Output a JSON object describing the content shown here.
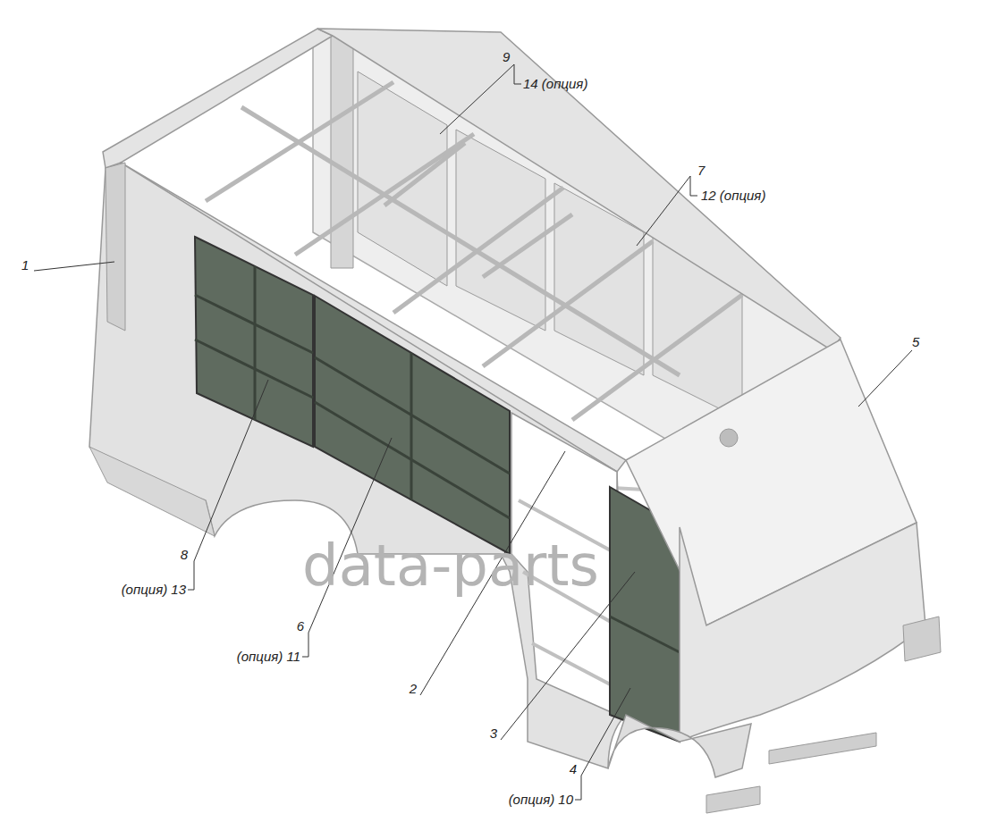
{
  "diagram": {
    "labels": [
      "9",
      "14 (опция)",
      "7",
      "12 (опция)",
      "1",
      "5",
      "8",
      "(опция) 13",
      "6",
      "(опция) 11",
      "2",
      "3",
      "4",
      "(опция) 10",
      "data-parts"
    ]
  }
}
